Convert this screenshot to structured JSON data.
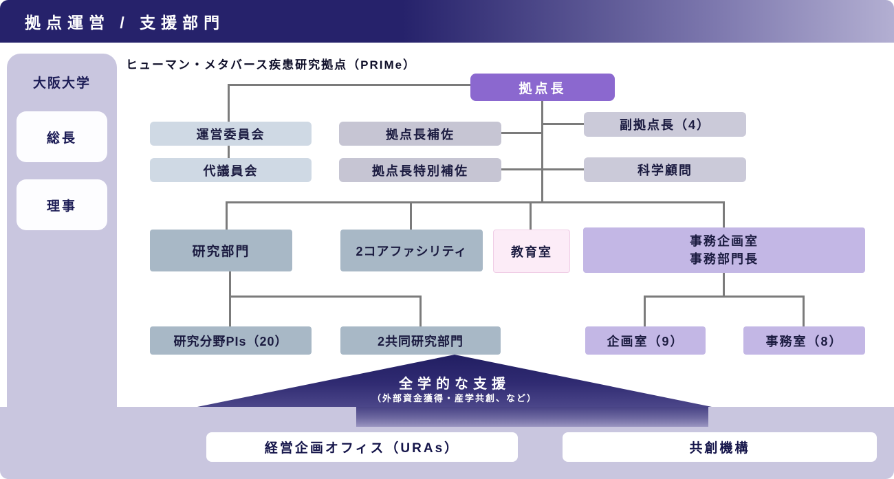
{
  "header": {
    "title": "拠点運営 / 支援部門"
  },
  "sidebar": {
    "org": "大阪大学",
    "items": [
      {
        "label": "総長"
      },
      {
        "label": "理事"
      }
    ]
  },
  "chart": {
    "title": "ヒューマン・メタバース疾患研究拠点（PRIMe）",
    "nodes": {
      "director": {
        "label": "拠点長"
      },
      "steering_committee": {
        "label": "運営委員会"
      },
      "council": {
        "label": "代議員会"
      },
      "assistant": {
        "label": "拠点長補佐"
      },
      "special_assistant": {
        "label": "拠点長特別補佐"
      },
      "vice_director": {
        "label": "副拠点長（4）"
      },
      "science_advisor": {
        "label": "科学顧問"
      },
      "research_division": {
        "label": "研究部門"
      },
      "core_facility": {
        "label": "2コアファシリティ"
      },
      "education_office": {
        "label": "教育室"
      },
      "admin_planning_office": {
        "line1": "事務企画室",
        "line2": "事務部門長"
      },
      "research_pis": {
        "label": "研究分野PIs（20）"
      },
      "joint_research": {
        "label": "2共同研究部門"
      },
      "planning_office": {
        "label": "企画室（9）"
      },
      "admin_office": {
        "label": "事務室（8）"
      }
    }
  },
  "support_arrow": {
    "title": "全学的な支援",
    "subtitle": "（外部資金獲得・産学共創、など）"
  },
  "bottom": {
    "items": [
      {
        "label": "経営企画オフィス（URAs）"
      },
      {
        "label": "共創機構"
      }
    ]
  },
  "colors": {
    "header_navy": "#26226b",
    "band_lavender": "#c9c6df",
    "director_purple": "#8b68cf",
    "blue_gray": "#a8b8c6",
    "light_blue": "#cfd9e4",
    "gray": "#c6c5d3",
    "light_purple": "#c3b7e5",
    "pink": "#fcecf7",
    "connector_gray": "#7b7b7b"
  }
}
